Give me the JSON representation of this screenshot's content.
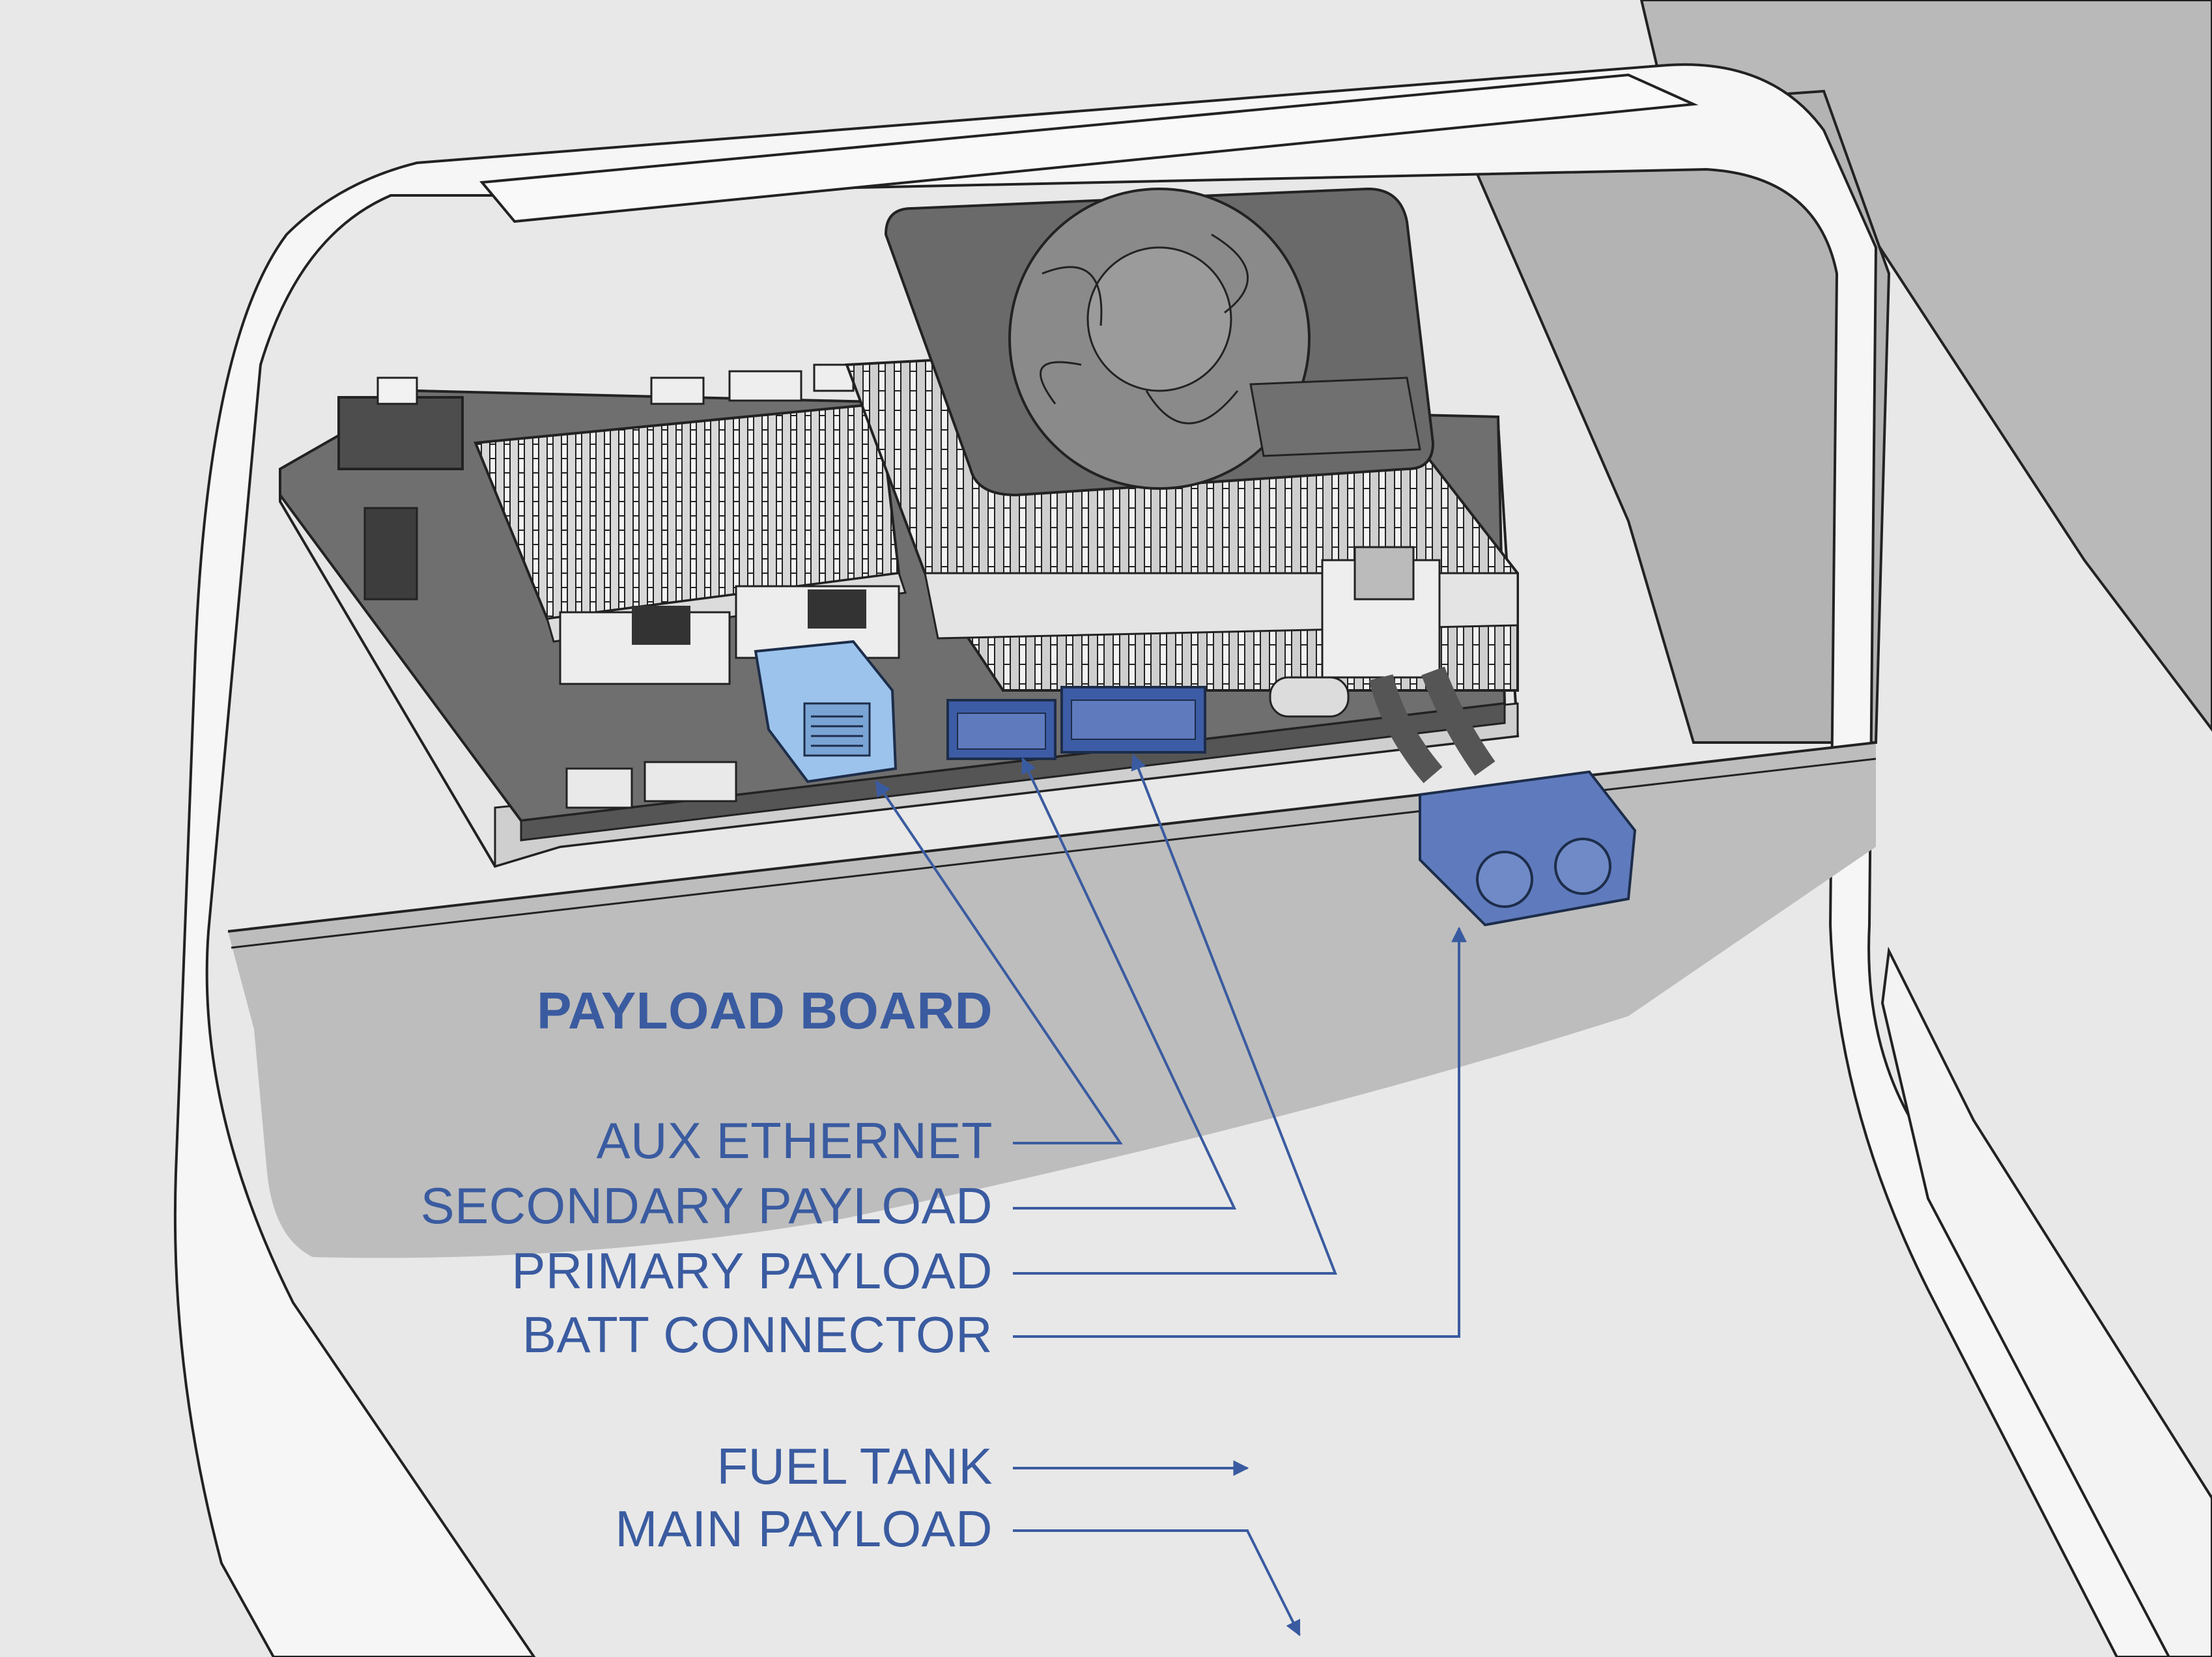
{
  "colors": {
    "accent": "#3a5ba0",
    "highlight_light": "#9cc3ec",
    "connector_dark": "#5f7bbd",
    "background": "#e8e8e8",
    "shadow": "#bdbdbd"
  },
  "title": "PAYLOAD BOARD",
  "labels": {
    "aux_ethernet": "AUX ETHERNET",
    "secondary_payload": "SECONDARY PAYLOAD",
    "primary_payload": "PRIMARY PAYLOAD",
    "batt_connector": "BATT CONNECTOR",
    "fuel_tank": "FUEL TANK",
    "main_payload": "MAIN PAYLOAD"
  },
  "icons": [
    "cooling-fan-icon",
    "heatsink-icon",
    "rj45-ethernet-port-icon",
    "molex-connector-icon",
    "xt60-battery-connector-icon",
    "usb-c-port-icon"
  ]
}
